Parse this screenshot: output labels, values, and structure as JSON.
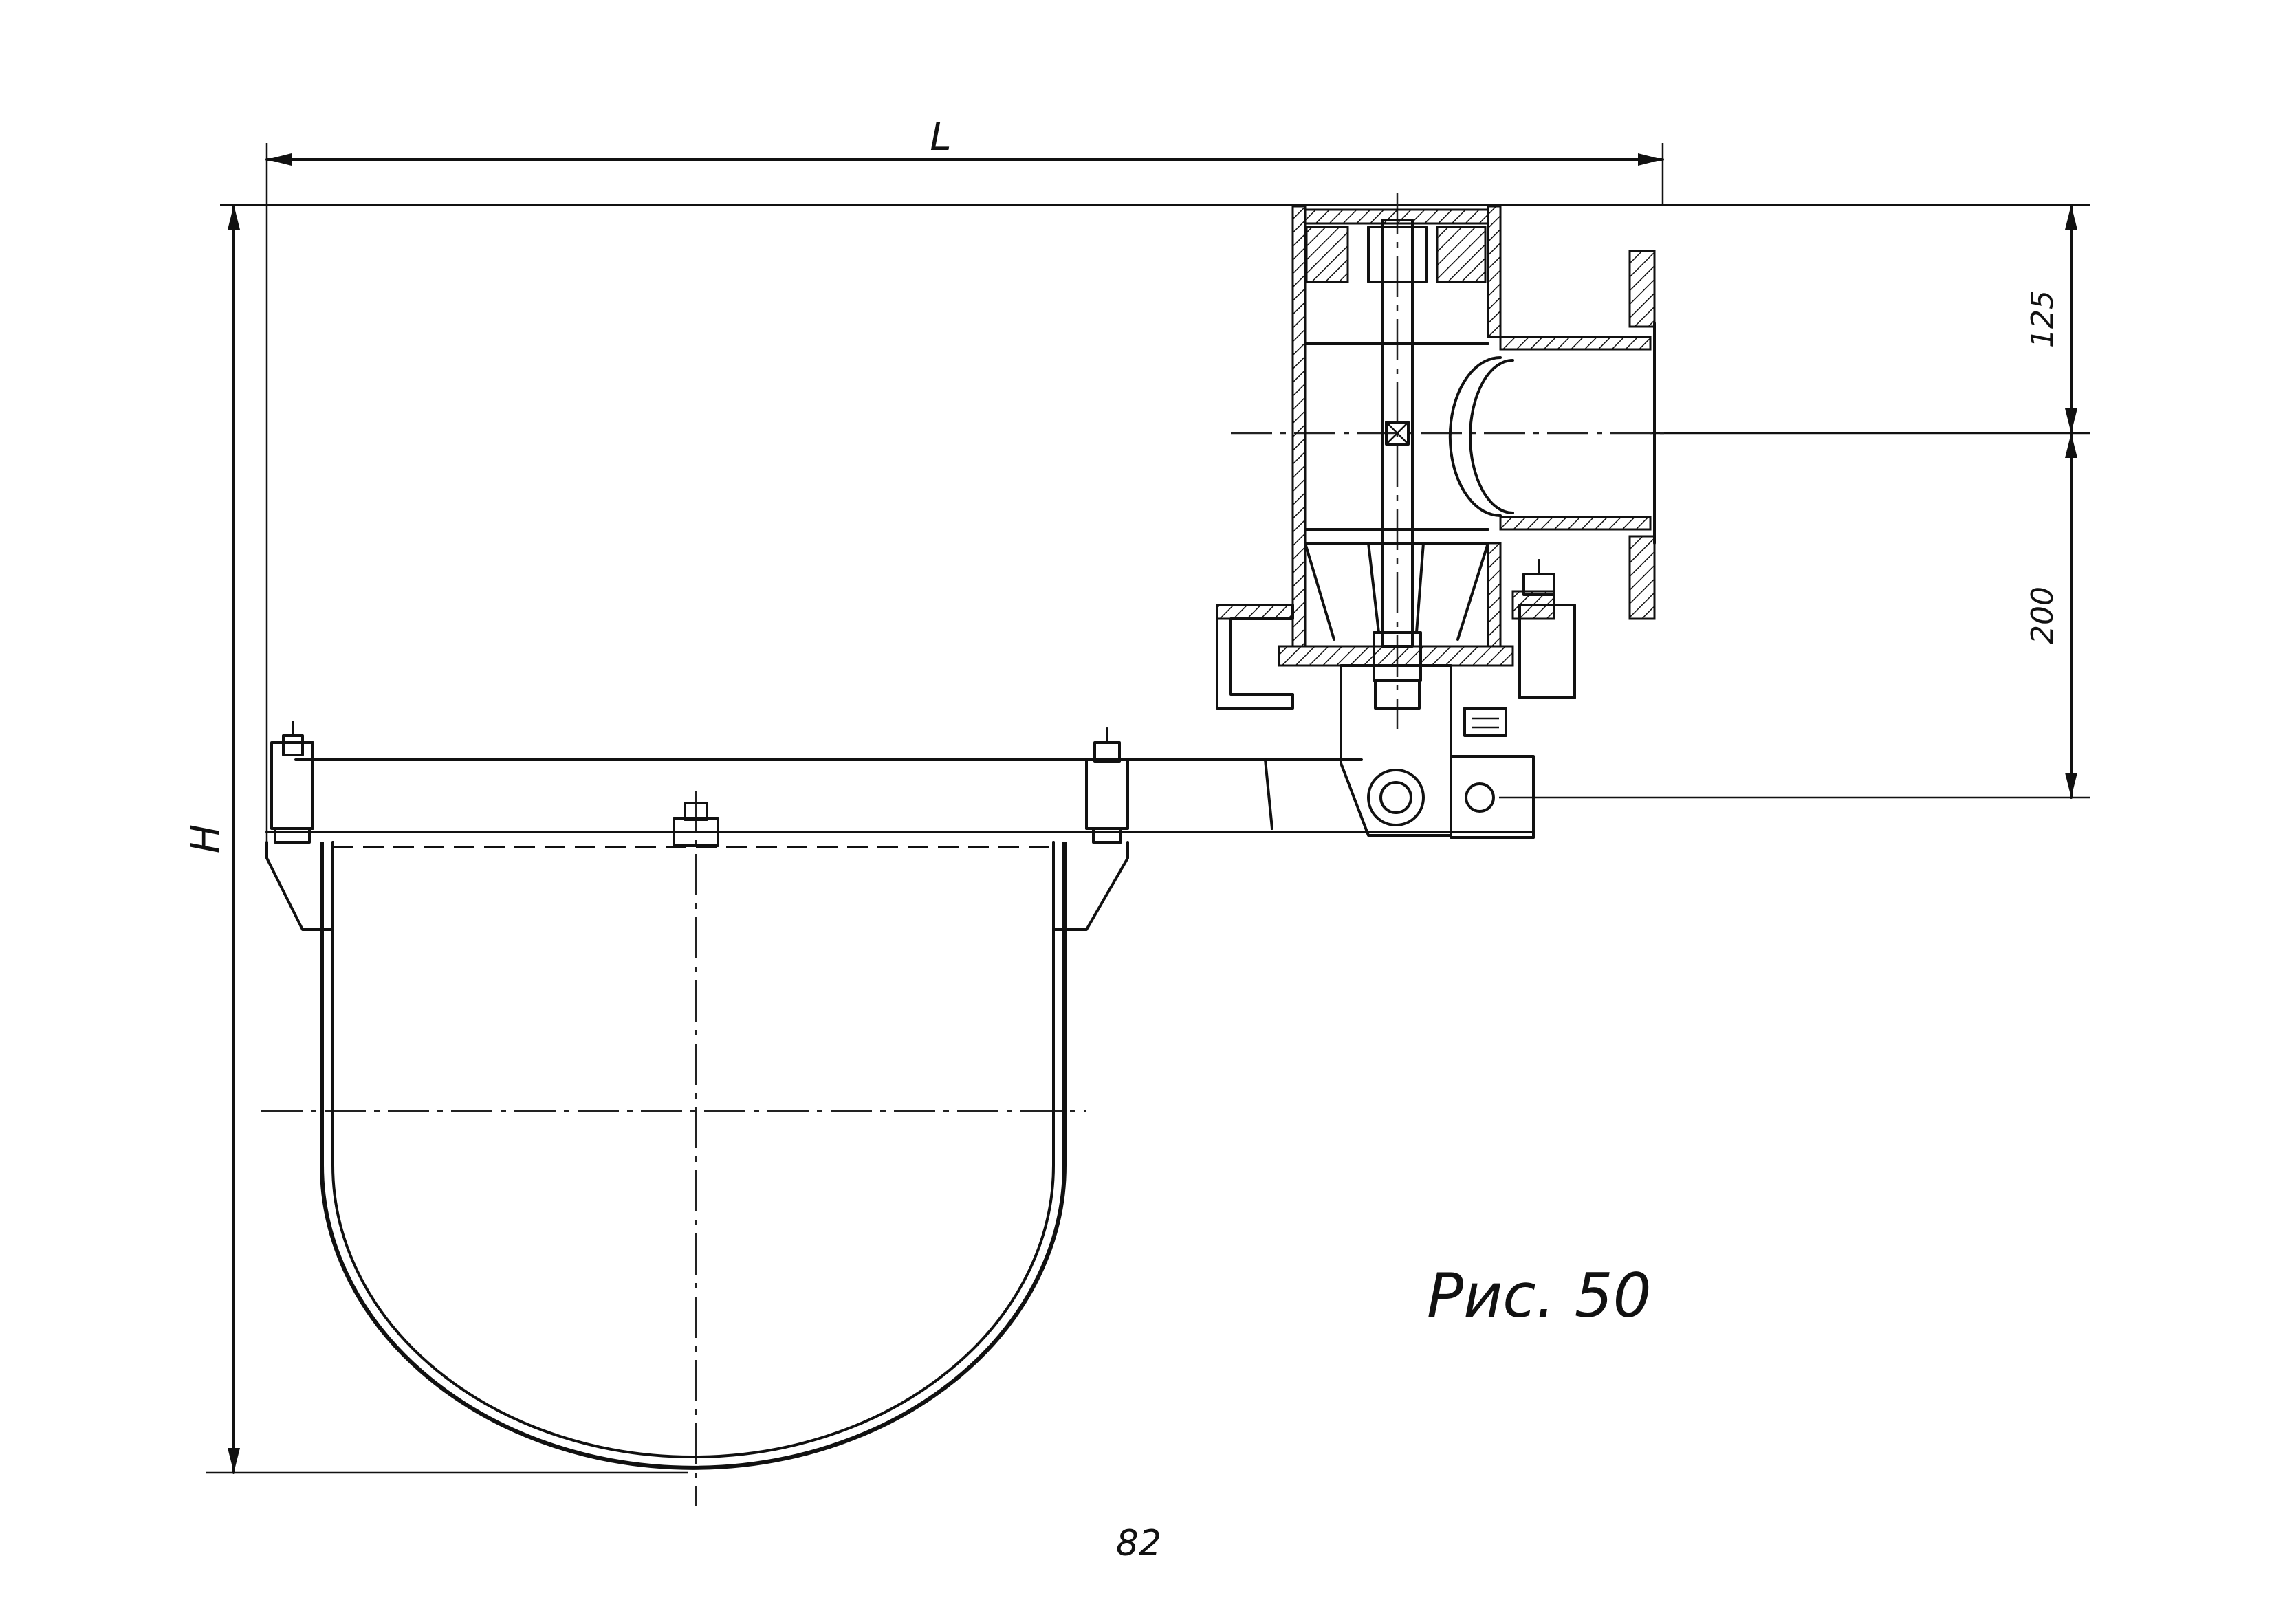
{
  "dimensions": {
    "length_label": "L",
    "height_label": "H",
    "upper_dim": "125",
    "lower_dim": "200"
  },
  "caption": "Рис. 50",
  "page_number": "82"
}
